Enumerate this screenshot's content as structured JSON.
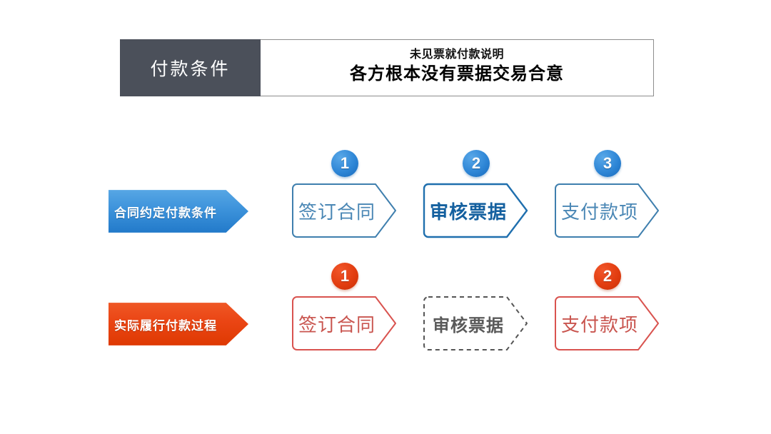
{
  "header": {
    "left_title": "付款条件",
    "subtitle": "未见票就付款说明",
    "main_title": "各方根本没有票据交易合意",
    "left_bg_color": "#4b505a",
    "border_color": "#8d8d8d"
  },
  "rows": [
    {
      "id": "contract",
      "label": "合同约定付款条件",
      "accent_color": "#2e86d6",
      "badges": [
        "1",
        "2",
        "3"
      ],
      "steps": [
        {
          "label": "签订合同",
          "style": "solid",
          "emphasis": "normal",
          "border_color": "#3f7fae",
          "text_color": "#4a87b5"
        },
        {
          "label": "审核票据",
          "style": "solid",
          "emphasis": "bold",
          "border_color": "#1f6fae",
          "text_color": "#14609f"
        },
        {
          "label": "支付款项",
          "style": "solid",
          "emphasis": "normal",
          "border_color": "#3f7fae",
          "text_color": "#4a87b5"
        }
      ]
    },
    {
      "id": "actual",
      "label": "实际履行付款过程",
      "accent_color": "#e23d10",
      "badges": [
        "1",
        "2"
      ],
      "steps": [
        {
          "label": "签订合同",
          "style": "solid",
          "emphasis": "normal",
          "border_color": "#d9534f",
          "text_color": "#c9554f"
        },
        {
          "label": "审核票据",
          "style": "dashed",
          "emphasis": "bold",
          "border_color": "#555555",
          "text_color": "#5a5a5a"
        },
        {
          "label": "支付款项",
          "style": "solid",
          "emphasis": "normal",
          "border_color": "#d9534f",
          "text_color": "#c9554f"
        }
      ]
    }
  ]
}
